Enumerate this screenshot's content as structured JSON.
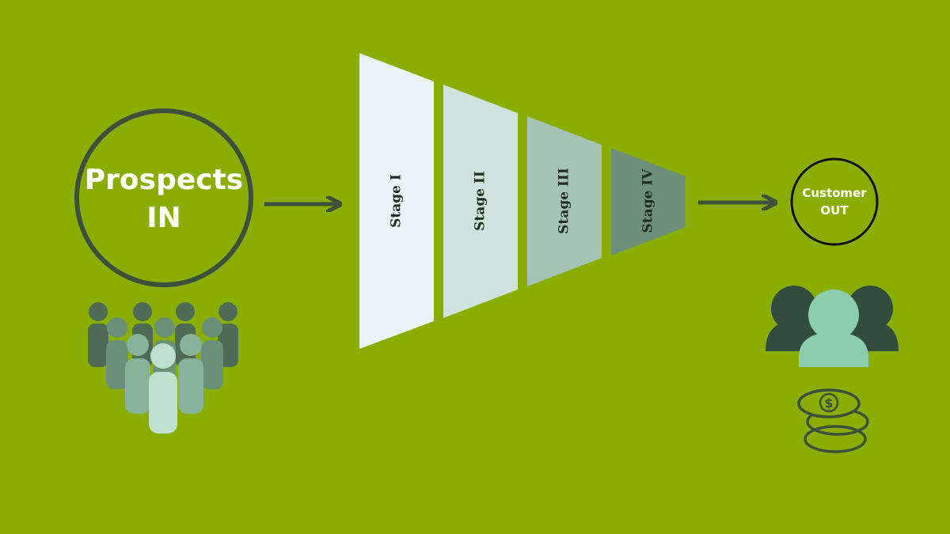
{
  "prospects": {
    "line1": "Prospects",
    "line2": "IN"
  },
  "customer": {
    "line1": "Customer",
    "line2": "OUT"
  },
  "stages": [
    {
      "label": "Stage I",
      "color": "#eaf3f5"
    },
    {
      "label": "Stage II",
      "color": "#cfe2de"
    },
    {
      "label": "Stage III",
      "color": "#a6c4b4"
    },
    {
      "label": "Stage IV",
      "color": "#6e8f7a"
    }
  ],
  "icons": {
    "crowd": "people-crowd-icon",
    "customers": "customer-group-icon",
    "money": "coin-stack-icon"
  },
  "colors": {
    "background": "#8aae00",
    "dark": "#3e4f3b",
    "mint": "#8ccdae",
    "text": "#ffffff"
  }
}
